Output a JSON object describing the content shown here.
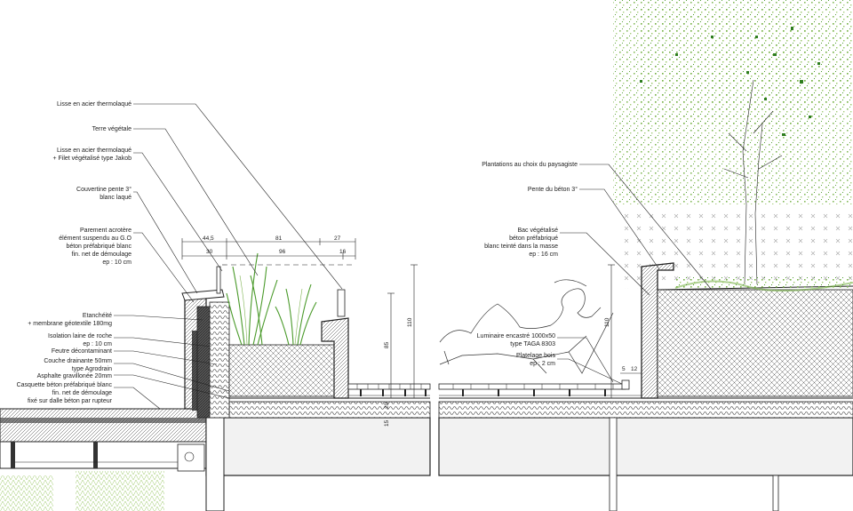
{
  "left_annotations": [
    {
      "lines": [
        "Lisse en acier thermolaqué"
      ]
    },
    {
      "lines": [
        "Terre végétale"
      ]
    },
    {
      "lines": [
        "Lisse en acier thermolaqué",
        "+ Filet végétalisé type Jakob"
      ]
    },
    {
      "lines": [
        "Couvertine pente 3°",
        "blanc laqué"
      ]
    },
    {
      "lines": [
        "Parement acrotère",
        "élément suspendu au G.O",
        "béton préfabriqué blanc",
        "fin. net de démoulage",
        "ep : 10 cm"
      ]
    },
    {
      "lines": [
        "Etanchéité",
        "+ membrane géotextile 180mg"
      ]
    },
    {
      "lines": [
        "Isolation laine de roche",
        "ep : 10 cm"
      ]
    },
    {
      "lines": [
        "Feutre décontaminant"
      ]
    },
    {
      "lines": [
        "Couche drainante 50mm",
        "type Agrodrain"
      ]
    },
    {
      "lines": [
        "Asphalte gravillonée 20mm"
      ]
    },
    {
      "lines": [
        "Casquette béton préfabriqué blanc",
        "fin. net de démoulage",
        "fixé sur dalle béton par rupteur"
      ]
    }
  ],
  "right_annotations": [
    {
      "lines": [
        "Plantations au choix du paysagiste"
      ]
    },
    {
      "lines": [
        "Pente du béton 3°"
      ]
    },
    {
      "lines": [
        "Bac végétalisé",
        "béton préfabriqué",
        "blanc teinté dans la masse",
        "ep : 16 cm"
      ]
    },
    {
      "lines": [
        "Luminaire encastré 1000x50",
        "type TAGA 8303"
      ]
    },
    {
      "lines": [
        "Platelage bois",
        "ep : 2 cm"
      ]
    }
  ],
  "dimensions": {
    "d1": "44,5",
    "d2": "81",
    "d3": "27",
    "d4": "30",
    "d5": "96",
    "d6": "16",
    "h1": "110",
    "h2": "85",
    "h3": "110",
    "s1": "5",
    "s2": "12",
    "t1": "20",
    "t2": "15"
  },
  "colors": {
    "line": "#222222",
    "vegetation": "#4a9a2a",
    "vegetation_light": "#9cc96b",
    "hatch": "#555555"
  }
}
